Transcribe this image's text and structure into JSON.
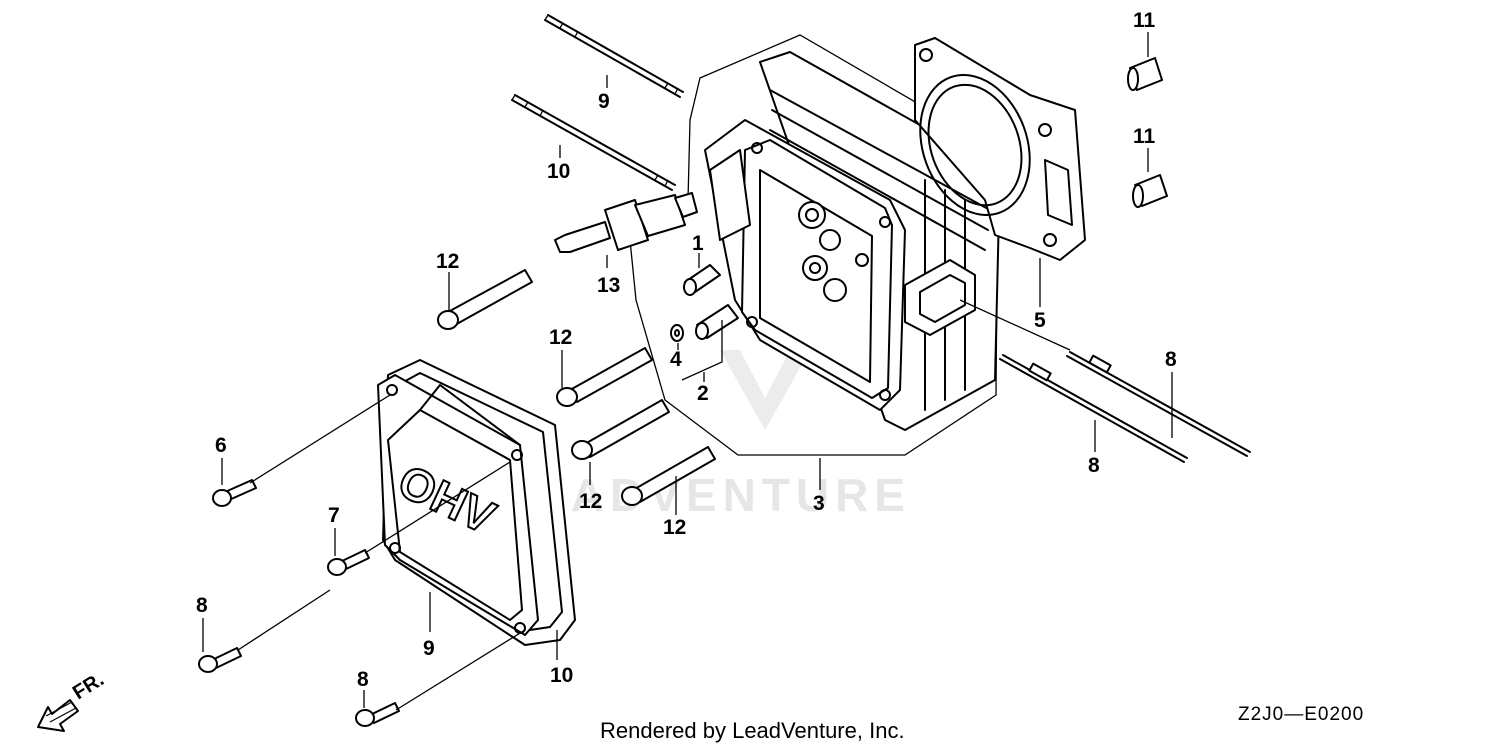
{
  "diagram": {
    "parts": [
      {
        "id": "p1",
        "number": "1"
      },
      {
        "id": "p2",
        "number": "2"
      },
      {
        "id": "p3",
        "number": "3"
      },
      {
        "id": "p4",
        "number": "4"
      },
      {
        "id": "p5",
        "number": "5"
      },
      {
        "id": "p6",
        "number": "6"
      },
      {
        "id": "p7",
        "number": "7"
      },
      {
        "id": "p8a",
        "number": "8"
      },
      {
        "id": "p8b",
        "number": "8"
      },
      {
        "id": "p8c",
        "number": "8"
      },
      {
        "id": "p8d",
        "number": "8"
      },
      {
        "id": "p9a",
        "number": "9"
      },
      {
        "id": "p9b",
        "number": "9"
      },
      {
        "id": "p10a",
        "number": "10"
      },
      {
        "id": "p10b",
        "number": "10"
      },
      {
        "id": "p11a",
        "number": "11"
      },
      {
        "id": "p11b",
        "number": "11"
      },
      {
        "id": "p12a",
        "number": "12"
      },
      {
        "id": "p12b",
        "number": "12"
      },
      {
        "id": "p12c",
        "number": "12"
      },
      {
        "id": "p12d",
        "number": "12"
      },
      {
        "id": "p13",
        "number": "13"
      }
    ],
    "cover_lettering": "OHV",
    "direction_marker": "FR.",
    "watermark": "LEADVENTURE",
    "footer_credit": "Rendered by LeadVenture, Inc.",
    "diagram_code": "Z2J0—E0200"
  }
}
